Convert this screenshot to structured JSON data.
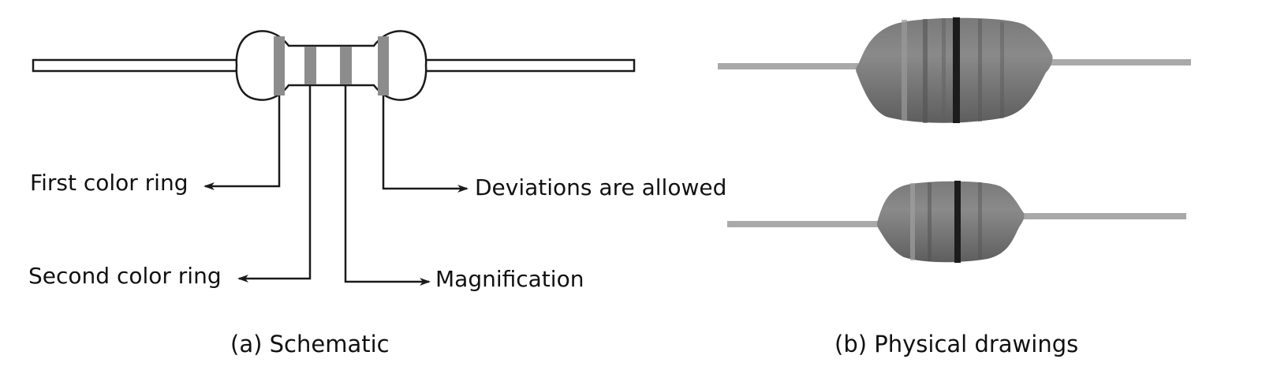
{
  "schematic": {
    "callouts": {
      "first_ring": "First color ring",
      "second_ring": "Second color ring",
      "magnification": "Magnification",
      "deviation": "Deviations are allowed"
    },
    "caption": "(a) Schematic"
  },
  "physical": {
    "caption": "(b) Physical drawings"
  },
  "colors": {
    "outline": "#1a1a1a",
    "band": "#8c8c8c",
    "inductor_body": "#6f6f6f",
    "inductor_dark_band": "#1c1c1c",
    "lead": "#a9a9a9"
  }
}
